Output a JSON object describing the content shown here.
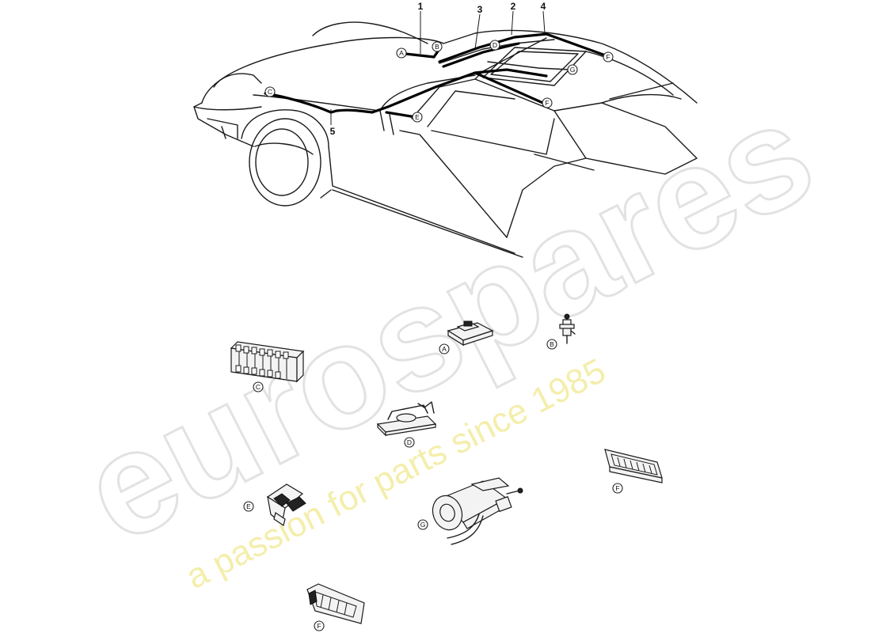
{
  "watermark": {
    "brand": "eurospares",
    "tagline": "a passion for parts since 1985"
  },
  "callouts": {
    "n1": "1",
    "n2": "2",
    "n3": "3",
    "n4": "4",
    "n5": "5"
  },
  "car_letters": {
    "A": "A",
    "B": "B",
    "C": "C",
    "D": "D",
    "E": "E",
    "F_top": "F",
    "F_door": "F",
    "G": "G"
  },
  "part_letters": {
    "A": "A",
    "B": "B",
    "C": "C",
    "D": "D",
    "E": "E",
    "F_right": "F",
    "F_bottom": "F",
    "G": "G"
  }
}
